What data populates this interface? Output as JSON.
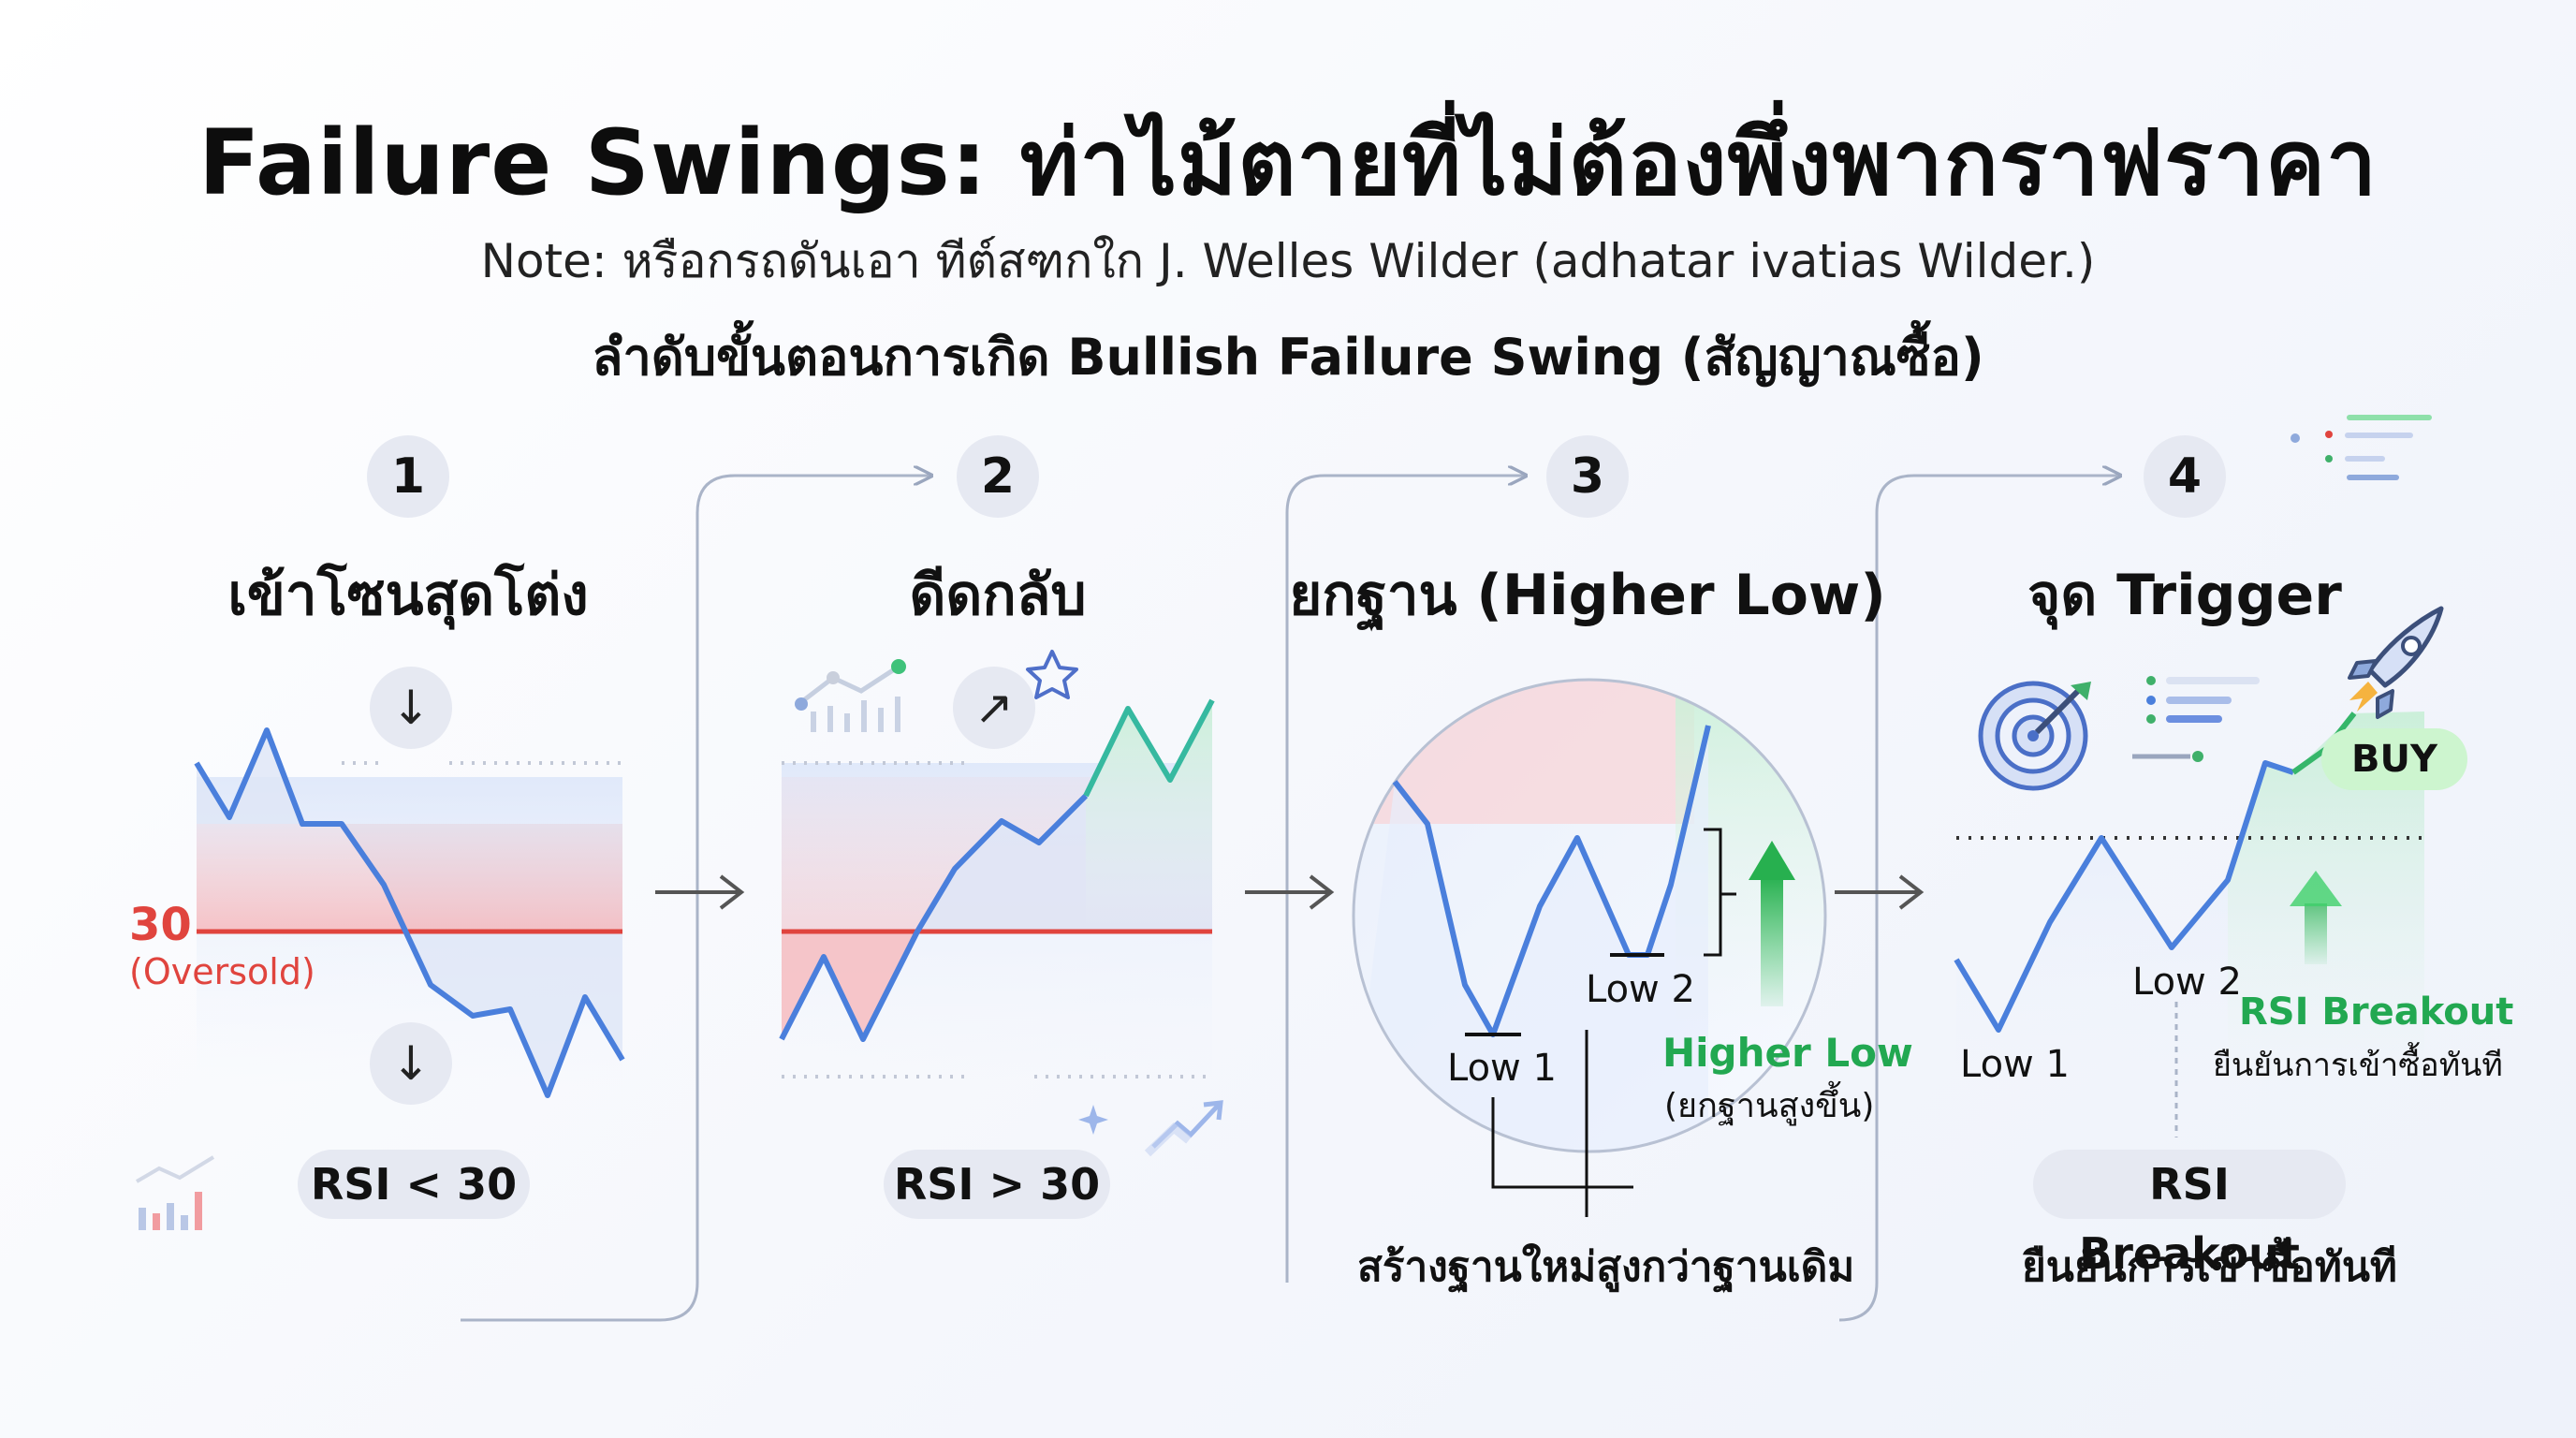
{
  "title": "Failure Swings: ท่าไม้ตายที่ไม่ต้องพึ่งพากราฟราคา",
  "note": "Note: หรือกรถดันเอา ทีต์สฑกใก J. Welles Wilder (adhatar ivatias Wilder.)",
  "subtitle": "ลำดับขั้นตอนการเกิด Bullish Failure Swing (สัญญาณซื้อ)",
  "colors": {
    "line_blue": "#4a7fdc",
    "oversold_red": "#e0443e",
    "signal_green": "#22a851",
    "pill_bg": "#e6e9f2"
  },
  "steps": [
    {
      "number": "1",
      "title": "เข้าโซนสุดโต่ง",
      "pill": "RSI < 30",
      "level_value": "30",
      "level_label": "(Oversold)",
      "icons": [
        "arrow-down-icon",
        "arrow-down-icon",
        "bar-chart-icon"
      ]
    },
    {
      "number": "2",
      "title": "ดีดกลับ",
      "pill": "RSI > 30",
      "icons": [
        "arrow-up-right-icon",
        "star-icon",
        "mini-chart-icon",
        "sparkle-icon"
      ]
    },
    {
      "number": "3",
      "title": "ยกฐาน (Higher Low)",
      "low1": "Low 1",
      "low2": "Low 2",
      "higher_low": "Higher Low",
      "higher_low_sub": "(ยกฐานสูงขึ้น)",
      "caption": "สร้างฐานใหม่สูงกว่าฐานเดิม",
      "icons": [
        "arrow-up-icon"
      ]
    },
    {
      "number": "4",
      "title": "จุด Trigger",
      "low1": "Low 1",
      "low2": "Low 2",
      "buy": "BUY",
      "breakout": "RSI Breakout",
      "breakout_sub": "ยืนยันการเข้าซื้อทันที",
      "pill": "RSI Breakout",
      "caption": "ยืนยันการเข้าซื้อทันที",
      "icons": [
        "target-icon",
        "rocket-icon",
        "arrow-up-icon"
      ]
    }
  ]
}
